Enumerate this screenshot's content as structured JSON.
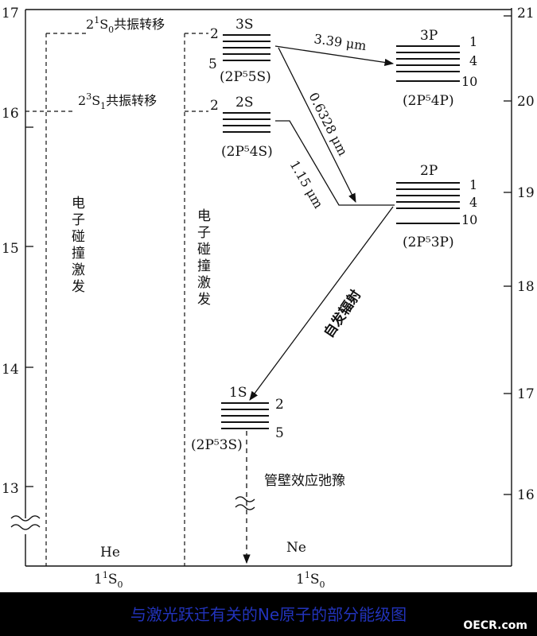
{
  "left_axis_ticks": [
    "17",
    "16",
    "15",
    "14",
    "13"
  ],
  "right_axis_ticks": [
    "21",
    "20",
    "19",
    "18",
    "17",
    "16"
  ],
  "he_transitions": {
    "singlet": {
      "main": "2",
      "sup": "1",
      "term": "S",
      "sub": "0",
      "text": "共振转移"
    },
    "triplet": {
      "main": "2",
      "sup": "3",
      "term": "S",
      "sub": "1",
      "text": "共振转移"
    }
  },
  "he_excitation": "电子碰撞激发",
  "ne_excitation": "电子碰撞激发",
  "levels": {
    "s3": {
      "name": "3S",
      "config": "(2P⁵5S)",
      "top": "2",
      "bottom": "5"
    },
    "s2": {
      "name": "2S",
      "config": "(2P⁵4S)",
      "top": "2"
    },
    "p3": {
      "name": "3P",
      "config": "(2P⁵4P)",
      "n1": "1",
      "n4": "4",
      "n10": "10"
    },
    "p2": {
      "name": "2P",
      "config": "(2P⁵3P)",
      "n1": "1",
      "n4": "4",
      "n10": "10"
    },
    "s1": {
      "name": "1S",
      "config": "(2P⁵3S)",
      "top": "2",
      "bottom": "5"
    }
  },
  "transitions": {
    "t339": "3.39 μm",
    "t6328": "0.6328 μm",
    "t115": "1.15 μm",
    "spontaneous": "自发辐射",
    "wall": "管壁效应弛豫"
  },
  "ground": {
    "he": "He",
    "ne": "Ne",
    "he_state": {
      "main": "1",
      "sup": "1",
      "term": "S",
      "sub": "0"
    },
    "ne_state": {
      "main": "1",
      "sup": "1",
      "term": "S",
      "sub": "0"
    }
  },
  "caption": "与激光跃迁有关的Ne原子的部分能级图",
  "brand": "OECR.com",
  "colors": {
    "caption_text": "#2233bb",
    "caption_bg": "#000000",
    "ink": "#111111"
  }
}
